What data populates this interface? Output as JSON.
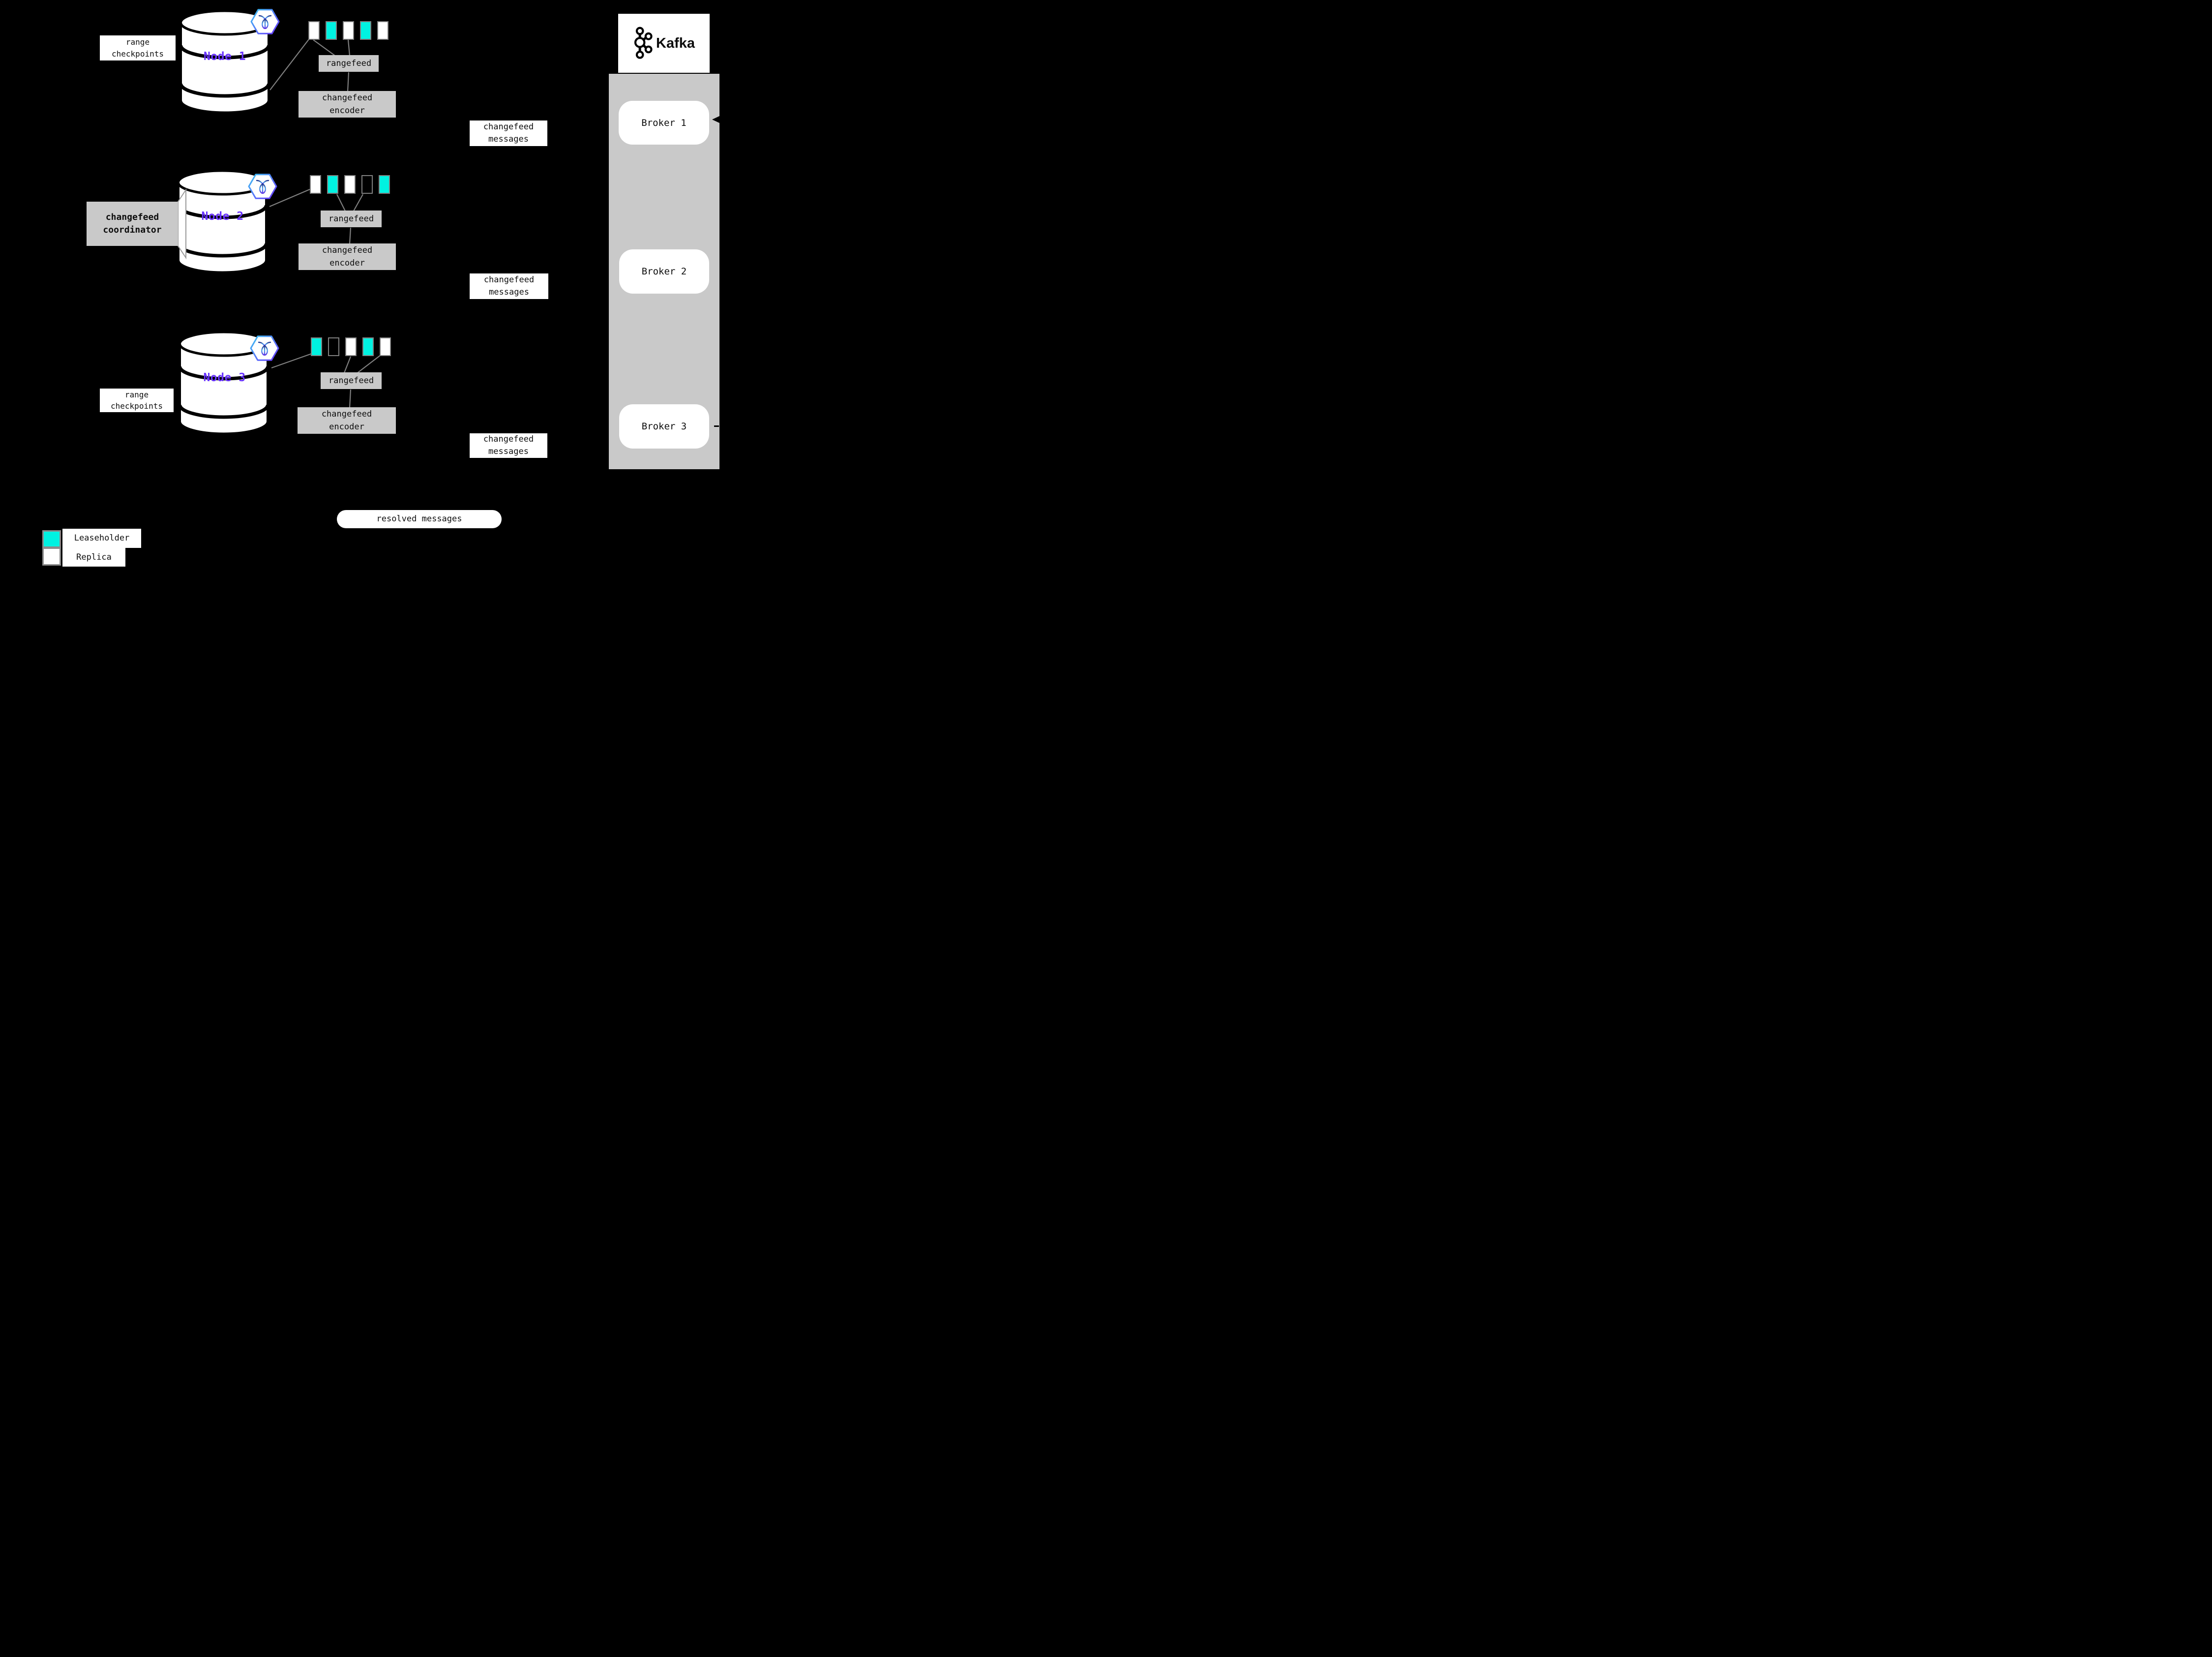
{
  "colors": {
    "background": "#000000",
    "leaseholder": "#00F2E1",
    "replica": "#FFFFFF",
    "panel": "#C9C9C9",
    "label-box": "#C9C9C9",
    "line": "#808080",
    "node-label": "#6933FF"
  },
  "nodes": [
    {
      "name": "Node 1",
      "rangefeed": "rangefeed",
      "encoder": "changefeed encoder",
      "messages": "changefeed messages",
      "ranges": [
        "replica",
        "leaseholder",
        "replica",
        "leaseholder",
        "replica"
      ]
    },
    {
      "name": "Node 2",
      "rangefeed": "rangefeed",
      "encoder": "changefeed encoder",
      "messages": "changefeed messages",
      "ranges": [
        "replica",
        "leaseholder",
        "replica",
        "empty",
        "leaseholder"
      ]
    },
    {
      "name": "Node 3",
      "rangefeed": "rangefeed",
      "encoder": "changefeed encoder",
      "messages": "changefeed messages",
      "ranges": [
        "leaseholder",
        "empty",
        "replica",
        "leaseholder",
        "replica"
      ]
    }
  ],
  "annotations": {
    "range_checkpoints_top": "range checkpoints",
    "range_checkpoints_bottom": "range checkpoints",
    "changefeed_coordinator": "changefeed coordinator",
    "resolved_messages": "resolved messages"
  },
  "kafka": {
    "brand": "Kafka",
    "brokers": [
      {
        "label": "Broker 1"
      },
      {
        "label": "Broker 2"
      },
      {
        "label": "Broker 3"
      }
    ]
  },
  "legend": {
    "items": [
      {
        "type": "leaseholder",
        "label": "Leaseholder"
      },
      {
        "type": "replica",
        "label": "Replica"
      }
    ]
  }
}
